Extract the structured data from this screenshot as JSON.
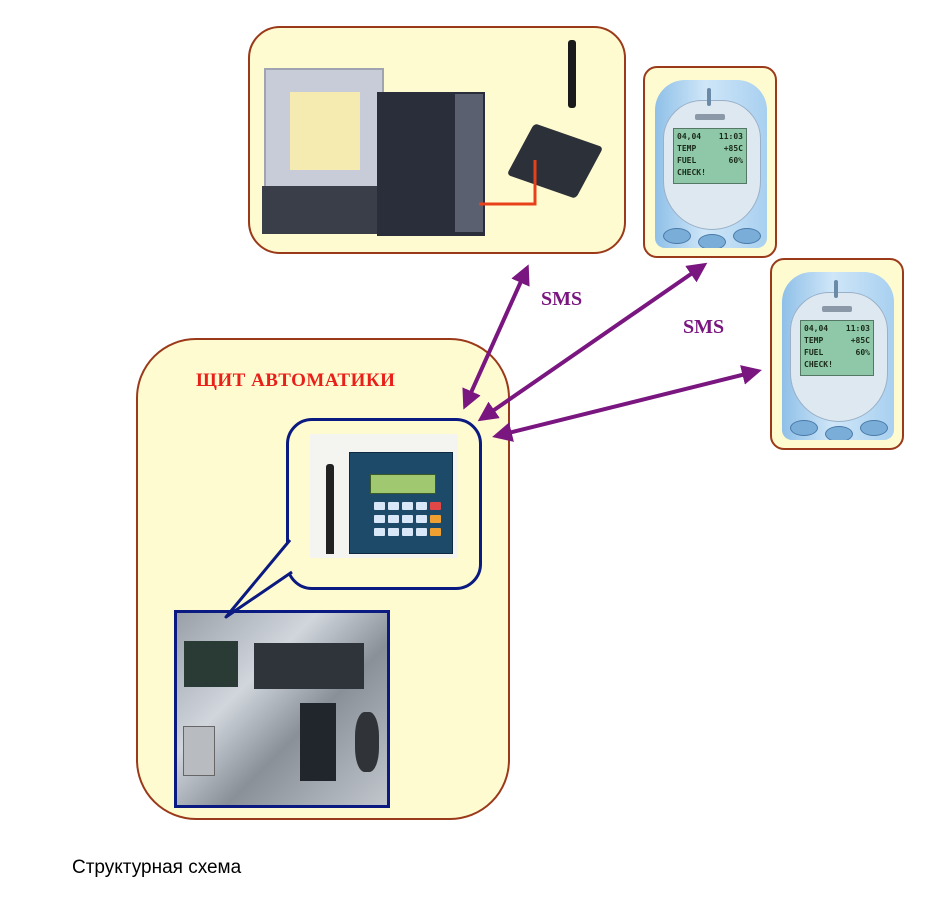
{
  "diagram": {
    "caption": "Структурная схема",
    "panel": {
      "title": "ЩИТ АВТОМАТИКИ",
      "controller": "gsm-controller-with-antenna",
      "cabinet_photo": "automation-cabinet-interior"
    },
    "pc_station": {
      "components": [
        "monitor-with-scada-screen",
        "pc-tower",
        "gsm-modem-with-antenna"
      ],
      "link_color": "#e8401a"
    },
    "phones": [
      {
        "id": "phone-1",
        "lcd_lines": [
          [
            "04,04",
            "11:03"
          ],
          [
            "TEMP",
            "+85C"
          ],
          [
            "FUEL",
            "60%"
          ],
          [
            "CHECK!",
            ""
          ]
        ]
      },
      {
        "id": "phone-2",
        "lcd_lines": [
          [
            "04,04",
            "11:03"
          ],
          [
            "TEMP",
            "+85C"
          ],
          [
            "FUEL",
            "60%"
          ],
          [
            "CHECK!",
            ""
          ]
        ]
      }
    ],
    "links": [
      {
        "from": "panel",
        "to": "pc_station",
        "label": "SMS",
        "bidirectional": true
      },
      {
        "from": "panel",
        "to": "phone-1",
        "label": "SMS",
        "bidirectional": true
      },
      {
        "from": "panel",
        "to": "phone-2",
        "label": "",
        "bidirectional": true
      }
    ],
    "labels": {
      "sms_1": "SMS",
      "sms_2": "SMS"
    },
    "colors": {
      "box_fill": "#fffbd0",
      "box_border": "#9a3a1a",
      "arrow": "#7a1680",
      "title_red": "#e8201a",
      "bubble_border": "#0a1a80"
    }
  }
}
